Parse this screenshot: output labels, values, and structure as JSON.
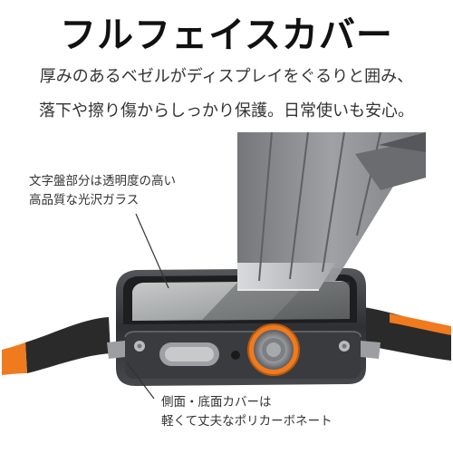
{
  "headline": "フルフェイスカバー",
  "description": {
    "line1": "厚みのあるベゼルがディスプレイをぐるりと囲み、",
    "line2": "落下や擦り傷からしっかり保護。日常使いも安心。"
  },
  "callouts": {
    "glass": {
      "line1": "文字盤部分は透明度の高い",
      "line2": "高品質な光沢ガラス"
    },
    "case": {
      "line1": "側面・底面カバーは",
      "line2": "軽くて丈夫なポリカーボネート"
    }
  },
  "colors": {
    "band_orange": "#f07a1e",
    "band_dark": "#2a2a2a",
    "case_metal": "#3a3b3e",
    "blade": "#8a8c90"
  }
}
